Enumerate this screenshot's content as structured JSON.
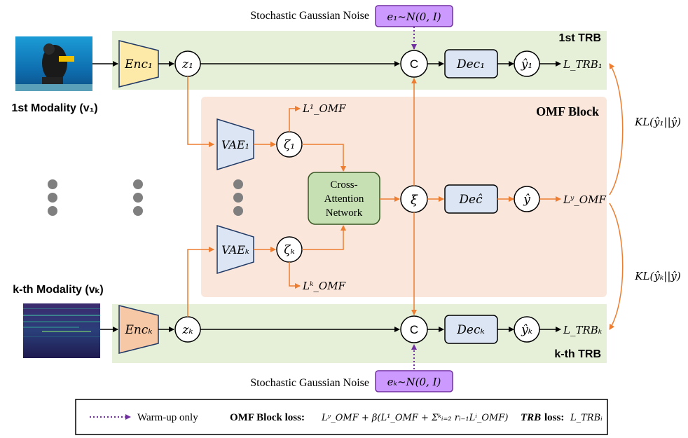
{
  "noise": {
    "top_label": "Stochastic Gaussian Noise",
    "top_formula": "e₁~N(0, I)",
    "bottom_label": "Stochastic Gaussian Noise",
    "bottom_formula": "eₖ~N(0, I)"
  },
  "trb": {
    "top_title": "1st TRB",
    "bottom_title": "k-th TRB"
  },
  "omf": {
    "title": "OMF Block",
    "cross_attention": [
      "Cross-",
      "Attention",
      "Network"
    ]
  },
  "modalities": {
    "first": "1st Modality (v₁)",
    "kth": "k-th Modality (vₖ)"
  },
  "nodes": {
    "enc1": "Enc₁",
    "enck": "Encₖ",
    "z1": "z₁",
    "zk": "zₖ",
    "vae1": "VAE₁",
    "vaek": "VAEₖ",
    "zeta1": "ζ₁",
    "zetak": "ζₖ",
    "xi": "ξ",
    "c": "C",
    "dec1": "Dec₁",
    "deck": "Decₖ",
    "dechat": "Deĉ",
    "y1hat": "ŷ₁",
    "ykhat": "ŷₖ",
    "yhat": "ŷ"
  },
  "losses": {
    "l_trb1": "L_TRB₁",
    "l_trbk": "L_TRBₖ",
    "l_omf1": "L¹_OMF",
    "l_omfk": "Lᵏ_OMF",
    "l_omfy": "Lʸ_OMF",
    "kl1": "KL(ŷ₁||ŷ)",
    "klk": "KL(ŷₖ||ŷ)"
  },
  "legend": {
    "warmup": "Warm-up only",
    "omf_loss_label": "OMF Block loss:",
    "omf_loss_formula": "Lʸ_OMF + β(L¹_OMF + Σᵏᵢ₌₂ rᵢ₋₁Lⁱ_OMF)",
    "trb_loss_label": "TRB",
    "trb_loss_suffix": "loss:",
    "trb_loss_formula": "L_TRBᵢ"
  },
  "colors": {
    "trb_band": "#e6f0d9",
    "omf_band": "#fbe6dc",
    "enc1": "#fde9a8",
    "enck": "#f7c8a6",
    "vae": "#dbe5f3",
    "dec": "#dbe5f3",
    "cross_attention": "#c6e0b4",
    "noise": "#cc99ff",
    "orange_arrow": "#ed7d31",
    "purple_dotted": "#7030a0"
  }
}
